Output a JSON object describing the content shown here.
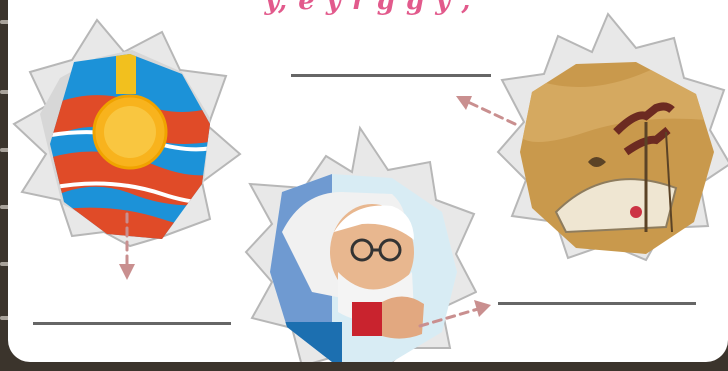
{
  "header": {
    "partial_text": "y,   e     y   r  g   g   y      ,"
  },
  "images": [
    {
      "id": "medal",
      "description_icon": "medal-icon"
    },
    {
      "id": "writer",
      "description_icon": "writer-icon"
    },
    {
      "id": "ship",
      "description_icon": "ship-icon"
    }
  ],
  "blanks": [
    "",
    "",
    ""
  ],
  "colors": {
    "accent": "#e25a8c",
    "arrow": "#c98f8f",
    "line": "#666666"
  }
}
